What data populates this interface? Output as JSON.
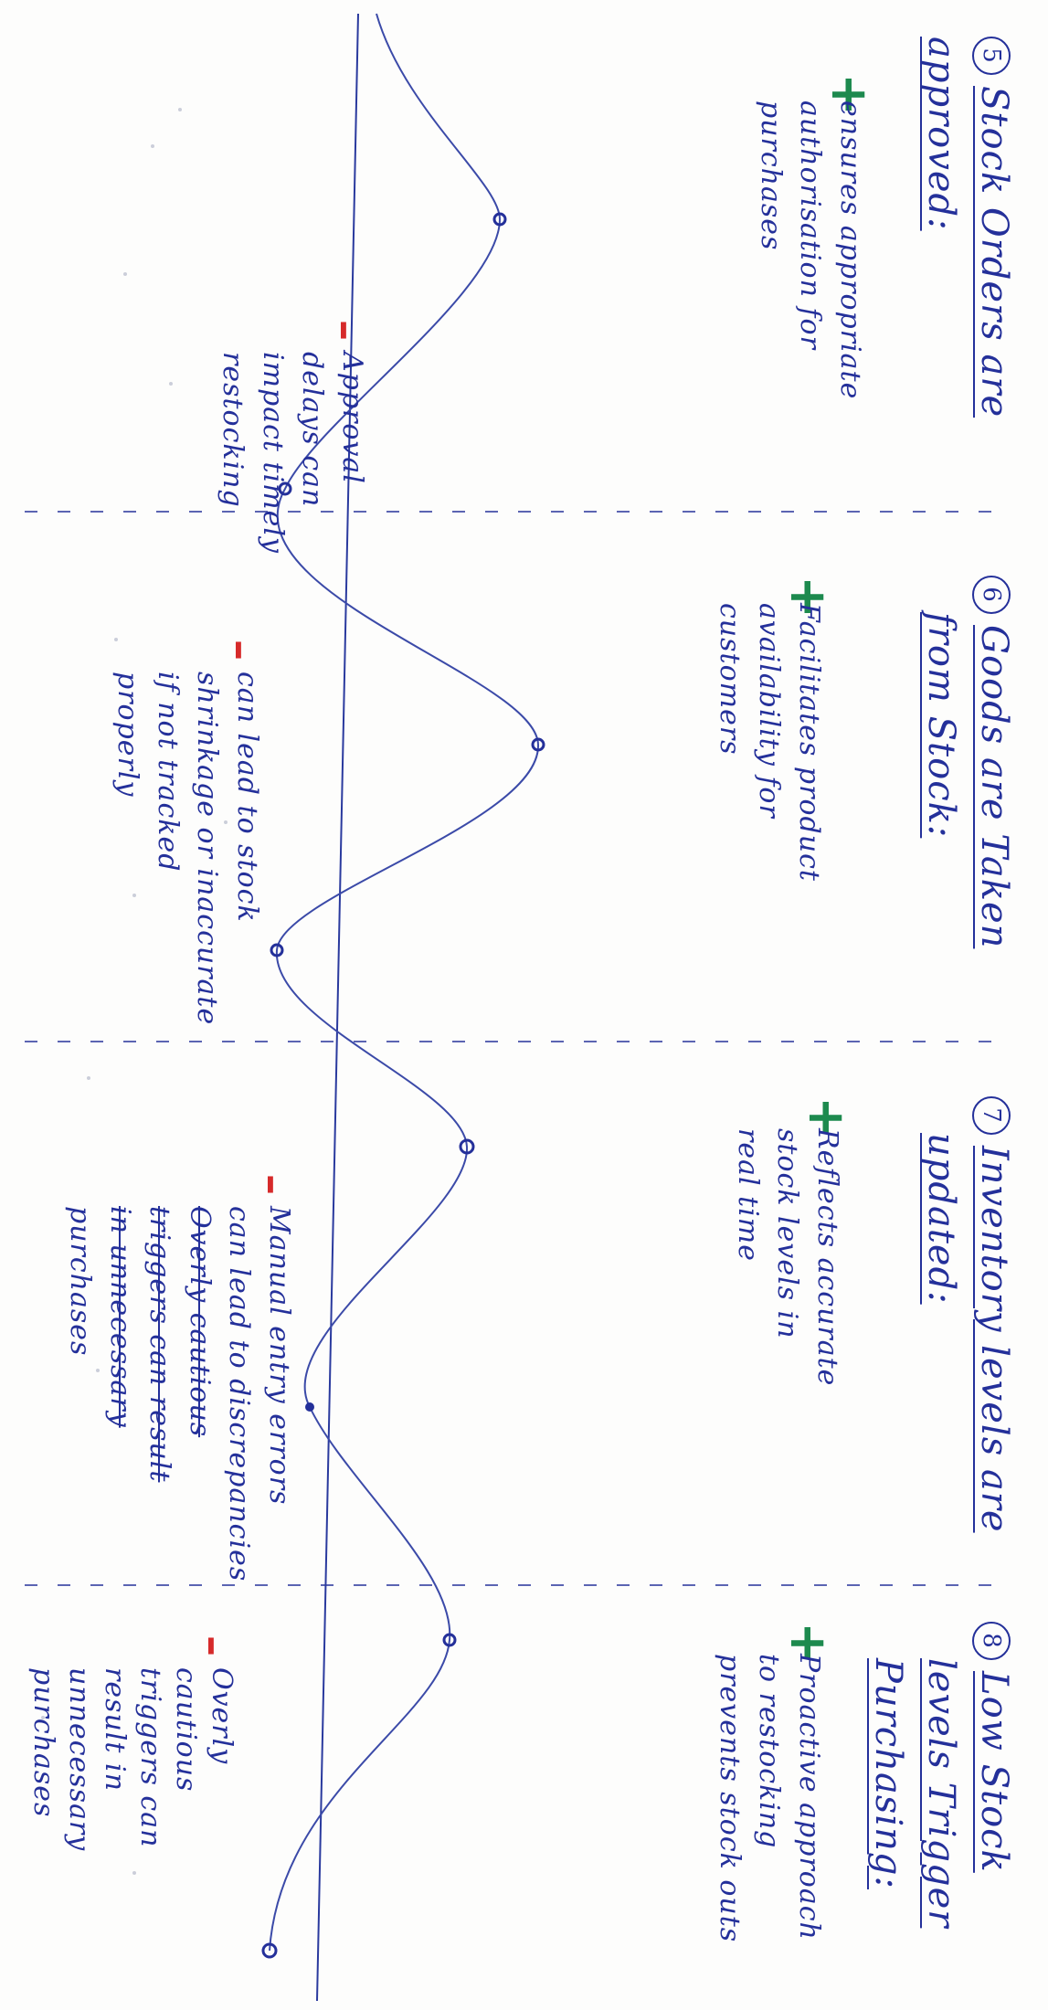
{
  "colors": {
    "ink": "#24309a",
    "plus": "#1d8a4e",
    "minus": "#d62a2a",
    "paper": "#fdfdfc"
  },
  "steps": [
    {
      "number": "5",
      "heading": [
        "Stock Orders are",
        "approved:"
      ],
      "pro": [
        "ensures appropriate",
        "authorisation for",
        "purchases"
      ],
      "con": [
        "Approval",
        "delays can",
        "impact timely",
        "restocking"
      ]
    },
    {
      "number": "6",
      "heading": [
        "Goods are Taken",
        "from Stock:"
      ],
      "pro": [
        "Facilitates product",
        "availability for",
        "customers"
      ],
      "con": [
        "can lead to stock",
        "shrinkage or inaccurate",
        "if not tracked",
        "properly"
      ]
    },
    {
      "number": "7",
      "heading": [
        "Inventory levels are",
        "updated:"
      ],
      "pro": [
        "Reflects accurate",
        "stock levels in",
        "real time"
      ],
      "con": [
        "Manual entry errors",
        "can lead to discrepancies",
        "Overly cautious",
        "triggers can result",
        "in unnecessary",
        "purchases"
      ],
      "con_struck": [
        false,
        false,
        true,
        true,
        true,
        false
      ]
    },
    {
      "number": "8",
      "heading": [
        "Low Stock",
        "levels Trigger",
        "Purchasing:"
      ],
      "pro": [
        "Proactive approach",
        "to restocking",
        "prevents stock outs"
      ],
      "con": [
        "Overly",
        "cautious",
        "triggers can",
        "result in",
        "unnecessary",
        "purchases"
      ]
    }
  ],
  "marks": {
    "plus": "+",
    "minus": "–"
  }
}
